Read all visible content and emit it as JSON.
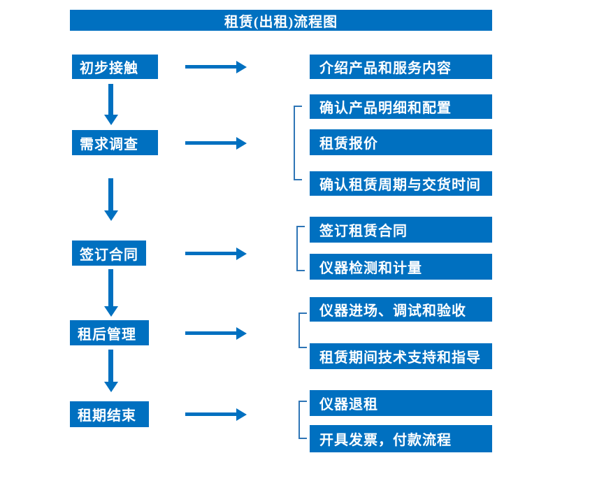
{
  "title": "租赁(出租)流程图",
  "colors": {
    "primary": "#0070C0",
    "bracket": "#2E75B6",
    "text": "#FFFFFF",
    "background": "#FFFFFF"
  },
  "steps": [
    {
      "label": "初步接触",
      "outputs": [
        "介绍产品和服务内容"
      ]
    },
    {
      "label": "需求调查",
      "outputs": [
        "确认产品明细和配置",
        "租赁报价",
        "确认租赁周期与交货时间"
      ]
    },
    {
      "label": "签订合同",
      "outputs": [
        "签订租赁合同",
        "仪器检测和计量"
      ]
    },
    {
      "label": "租后管理",
      "outputs": [
        "仪器进场、调试和验收",
        "租赁期间技术支持和指导"
      ]
    },
    {
      "label": "租期结束",
      "outputs": [
        "仪器退租",
        "开具发票，付款流程"
      ]
    }
  ]
}
